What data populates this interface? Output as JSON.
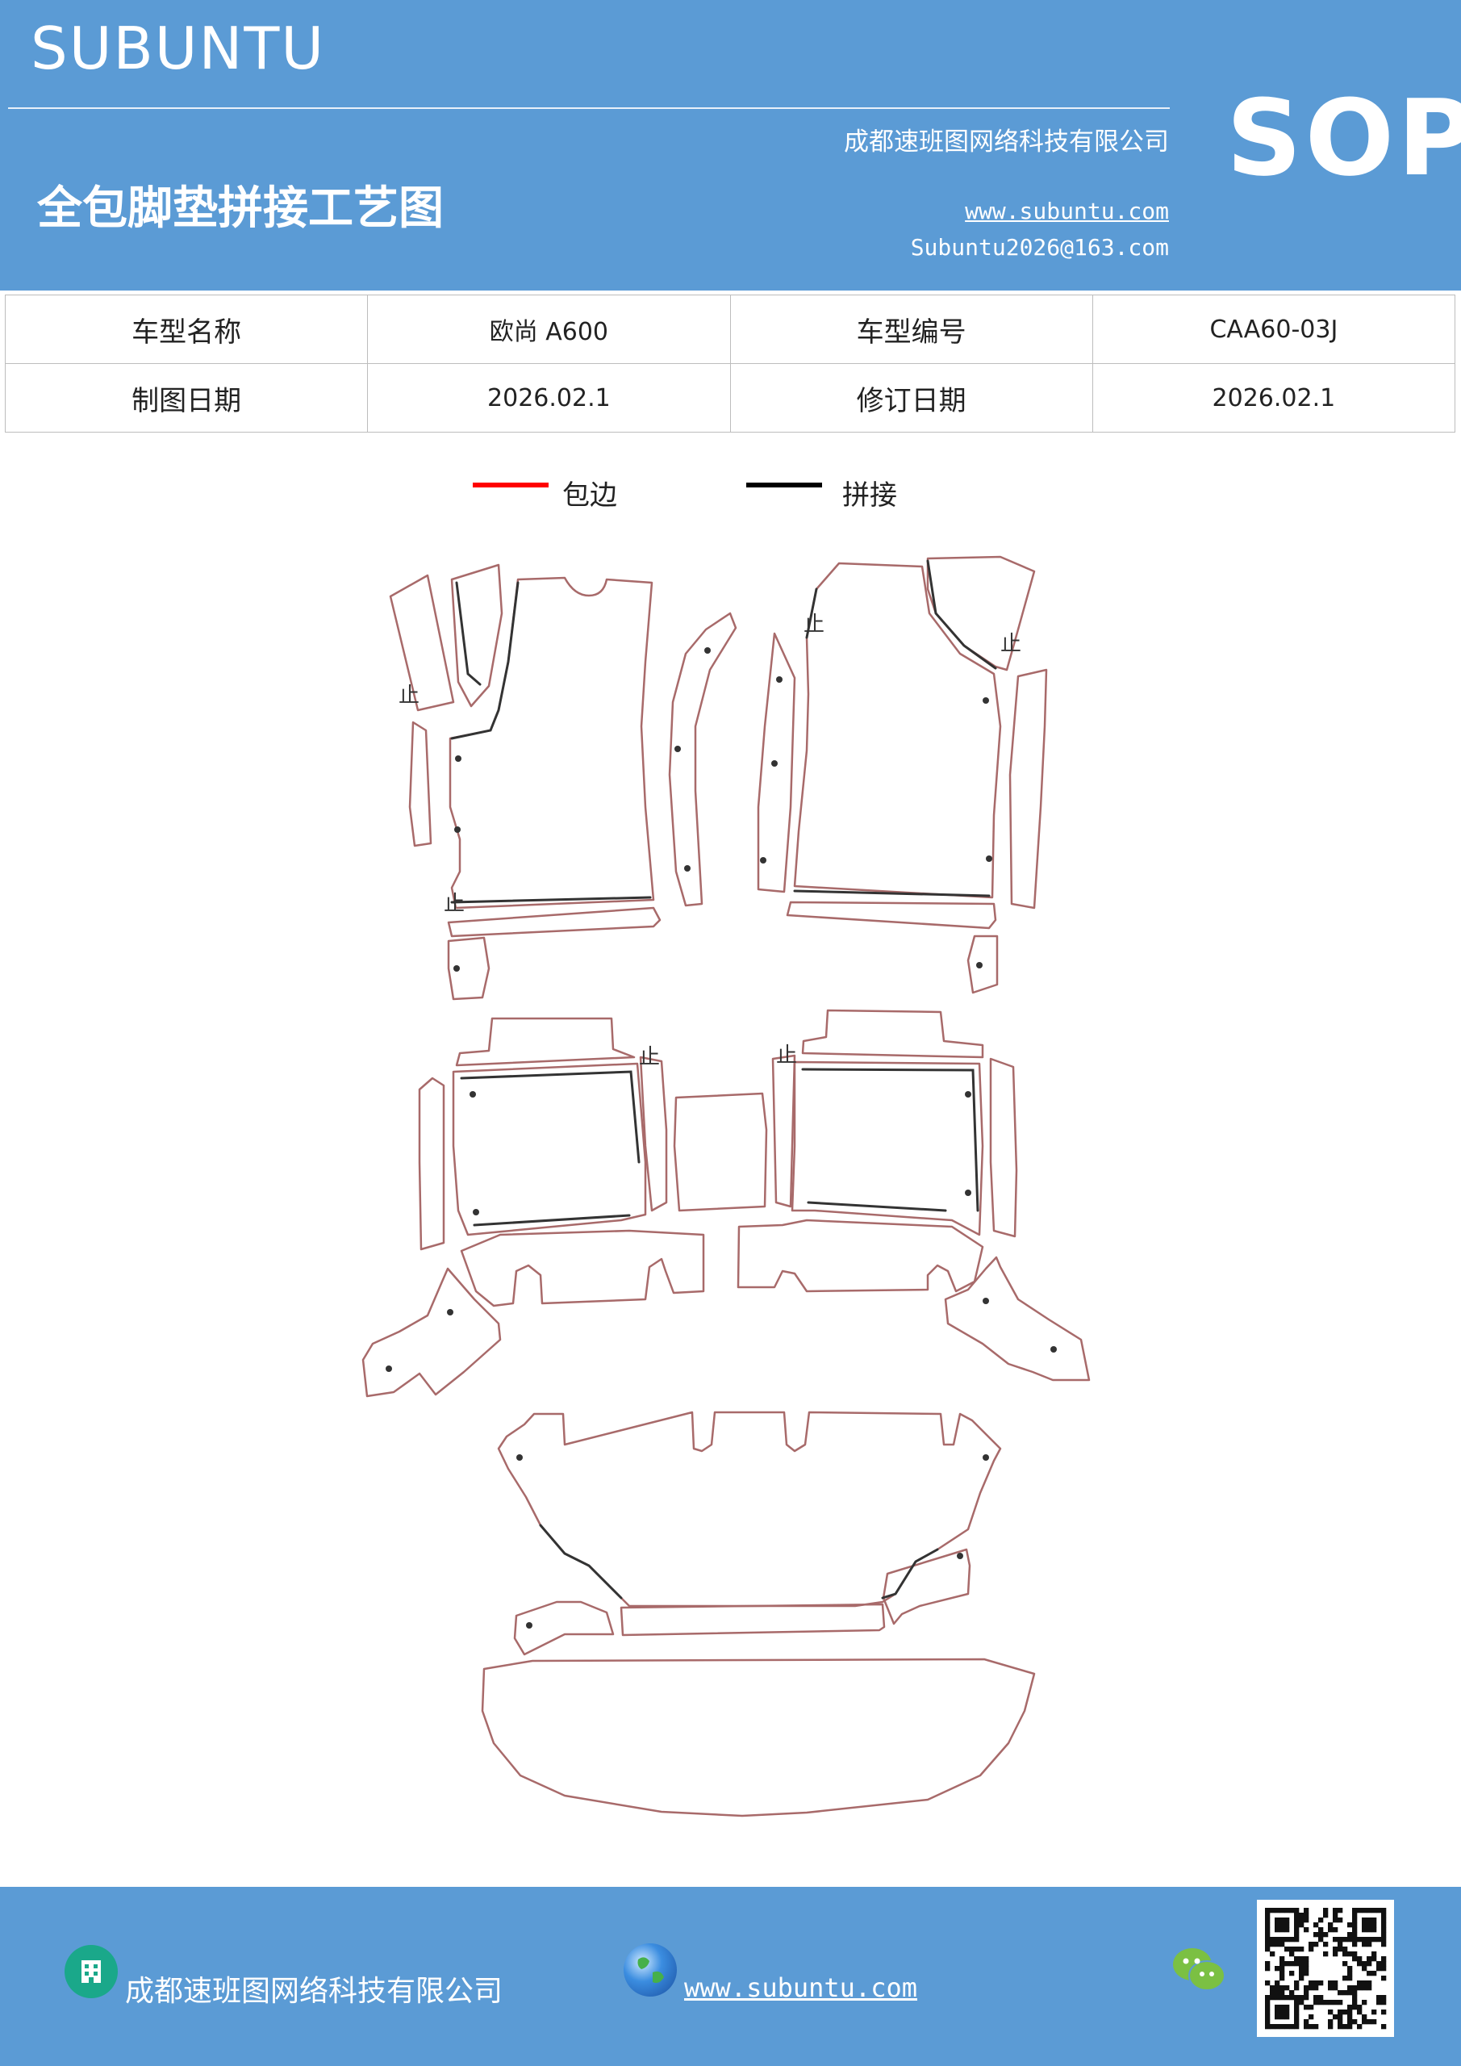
{
  "header": {
    "brand": "SUBUNTU",
    "badge": "SOP",
    "company": "成都速班图网络科技有限公司",
    "title": "全包脚垫拼接工艺图",
    "website": "www.subuntu.com",
    "email": "Subuntu2026@163.com"
  },
  "info_table": {
    "rows": [
      [
        "车型名称",
        "欧尚 A600",
        "车型编号",
        "CAA60-03J"
      ],
      [
        "制图日期",
        "2026.02.1",
        "修订日期",
        "2026.02.1"
      ]
    ]
  },
  "legend": {
    "items": [
      {
        "label": "包边",
        "color": "#ff0000"
      },
      {
        "label": "拼接",
        "color": "#000000"
      }
    ]
  },
  "diagram": {
    "stop_marker": "止",
    "outline_color": "#a86a6a",
    "seam_color": "#333333"
  },
  "footer": {
    "company": "成都速班图网络科技有限公司",
    "website": "www.subuntu.com",
    "icons": [
      "building-icon",
      "globe-icon",
      "wechat-icon",
      "qr-code"
    ]
  }
}
